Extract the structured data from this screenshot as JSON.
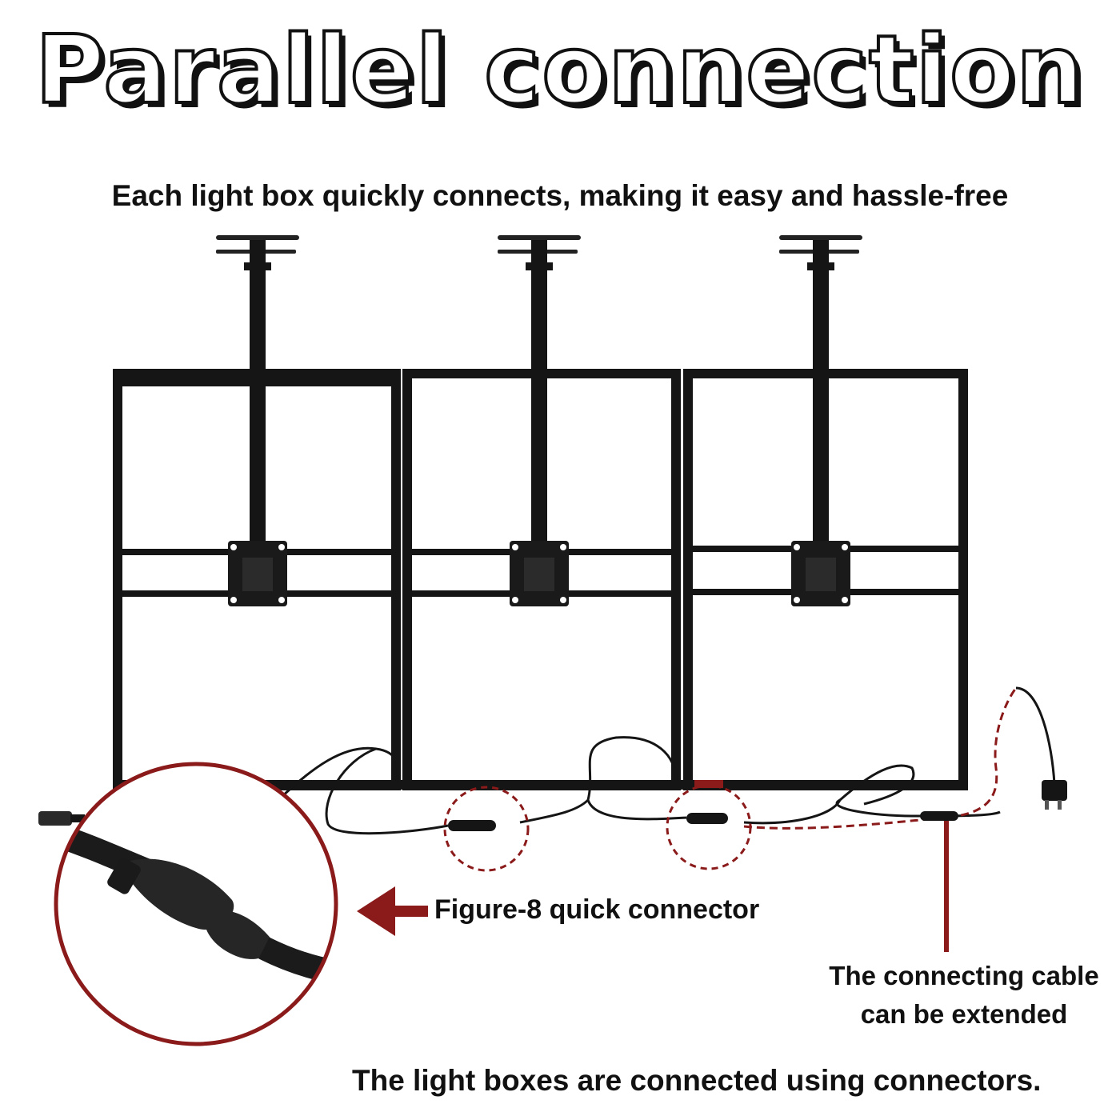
{
  "title": "Parallel connection",
  "subtitle": "Each light box quickly connects, making it easy and hassle-free",
  "labels": {
    "connector": "Figure-8 quick connector",
    "cable_line1": "The connecting cable",
    "cable_line2": "can be extended",
    "footer": "The light boxes are connected using connectors."
  },
  "colors": {
    "frame": "#151515",
    "accent_red": "#8b1a1a",
    "text": "#111111"
  },
  "icons": [
    "light-box-frame",
    "ceiling-mount-pole",
    "vesa-bracket",
    "figure-8-connector",
    "power-plug",
    "arrow-left"
  ]
}
